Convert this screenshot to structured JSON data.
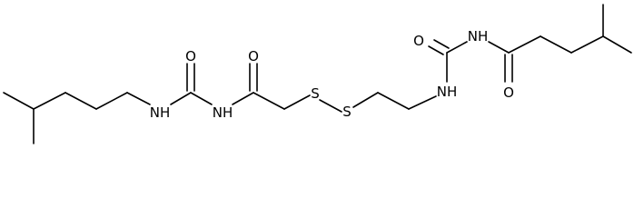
{
  "molecule": {
    "atoms": {
      "nh_1": "NH",
      "o_1": "O",
      "nh_2": "NH",
      "o_2": "O",
      "s_1": "S",
      "s_2": "S",
      "nh_3": "NH",
      "o_3": "O",
      "nh_4": "NH",
      "o_4": "O"
    }
  }
}
